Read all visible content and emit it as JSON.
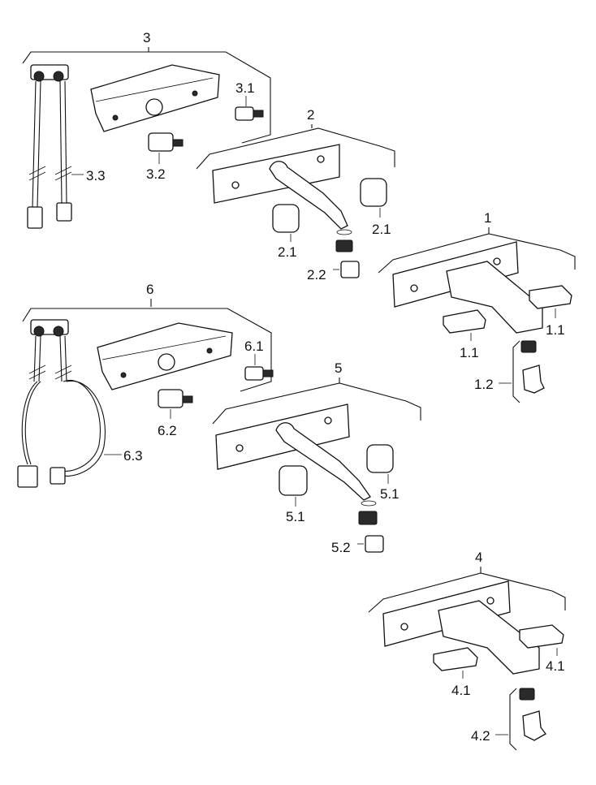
{
  "labels": {
    "g1": "1",
    "p1_1a": "1.1",
    "p1_1b": "1.1",
    "p1_2": "1.2",
    "g2": "2",
    "p2_1a": "2.1",
    "p2_1b": "2.1",
    "p2_2": "2.2",
    "g3": "3",
    "p3_1": "3.1",
    "p3_2": "3.2",
    "p3_3": "3.3",
    "g4": "4",
    "p4_1a": "4.1",
    "p4_1b": "4.1",
    "p4_2": "4.2",
    "g5": "5",
    "p5_1a": "5.1",
    "p5_1b": "5.1",
    "p5_2": "5.2",
    "g6": "6",
    "p6_1": "6.1",
    "p6_2": "6.2",
    "p6_3": "6.3"
  }
}
